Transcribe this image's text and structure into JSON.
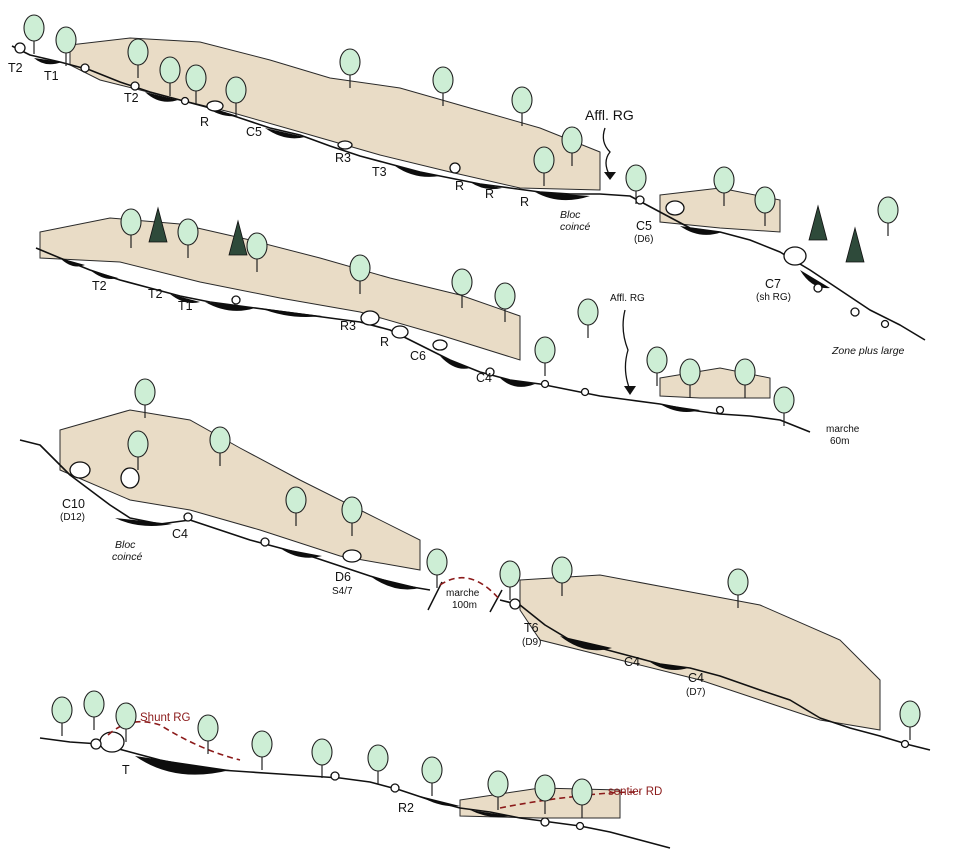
{
  "labels": {
    "r1_t2a": "T2",
    "r1_t1": "T1",
    "r1_t2b": "T2",
    "r1_r1": "R",
    "r1_c5": "C5",
    "r1_r3": "R3",
    "r1_t3": "T3",
    "r1_r2": "R",
    "r1_r3b": "R",
    "r1_r4": "R",
    "r1_affl": "Affl. RG",
    "r1_bloc1": "Bloc",
    "r1_bloc2": "coincé",
    "r1_c5b": "C5",
    "r1_c5b_sub": "(D6)",
    "r1_c7": "C7",
    "r1_c7_sub": "(sh RG)",
    "r1_zone": "Zone plus large",
    "r2_t2a": "T2",
    "r2_t2b": "T2",
    "r2_t1": "T1",
    "r2_r3": "R3",
    "r2_r": "R",
    "r2_c6": "C6",
    "r2_c4": "C4",
    "r2_affl": "Affl. RG",
    "r2_marche1": "marche",
    "r2_marche2": "60m",
    "r3_c10": "C10",
    "r3_c10_sub": "(D12)",
    "r3_c4": "C4",
    "r3_bloc1": "Bloc",
    "r3_bloc2": "coincé",
    "r3_d6": "D6",
    "r3_d6_sub": "S4/7",
    "r3_marche1": "marche",
    "r3_marche2": "100m",
    "r3_t6": "T6",
    "r3_t6_sub": "(D9)",
    "r3_c4b": "C4",
    "r3_c4c": "C4",
    "r3_c4c_sub": "(D7)",
    "r4_shunt": "Shunt RG",
    "r4_t": "T",
    "r4_r2": "R2",
    "r4_sentier": "sentier RD"
  },
  "colors": {
    "cliff": "#e9dcc6",
    "tree_crown": "#cdeed5",
    "pine": "#2e4a3a",
    "pool": "#0d0d0d",
    "path_dashed": "#8b1a1a"
  }
}
